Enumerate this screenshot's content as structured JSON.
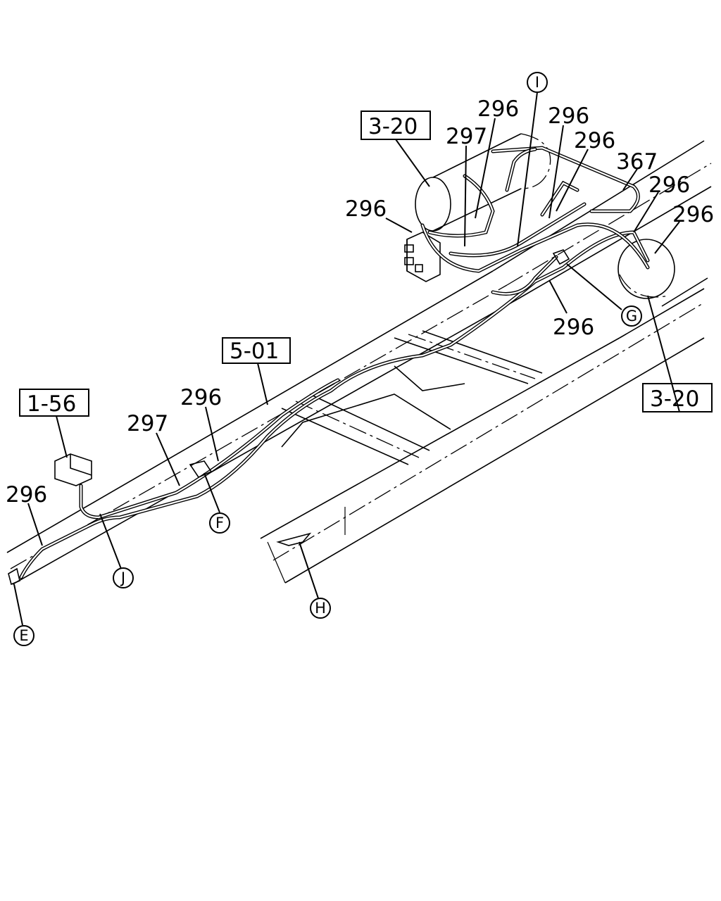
{
  "diagram": {
    "boxed_refs": {
      "ref_3_20_top": "3-20",
      "ref_3_20_right": "3-20",
      "ref_5_01": "5-01",
      "ref_1_56": "1-56"
    },
    "part_numbers": {
      "p296_a": "296",
      "p296_b": "296",
      "p296_c": "296",
      "p296_d": "296",
      "p296_e": "296",
      "p296_f": "296",
      "p296_g": "296",
      "p296_h": "296",
      "p296_i": "296",
      "p297_a": "297",
      "p297_b": "297",
      "p367": "367"
    },
    "callouts": {
      "c_i": "I",
      "c_g": "G",
      "c_f": "F",
      "c_j": "J",
      "c_e": "E",
      "c_h": "H"
    }
  }
}
